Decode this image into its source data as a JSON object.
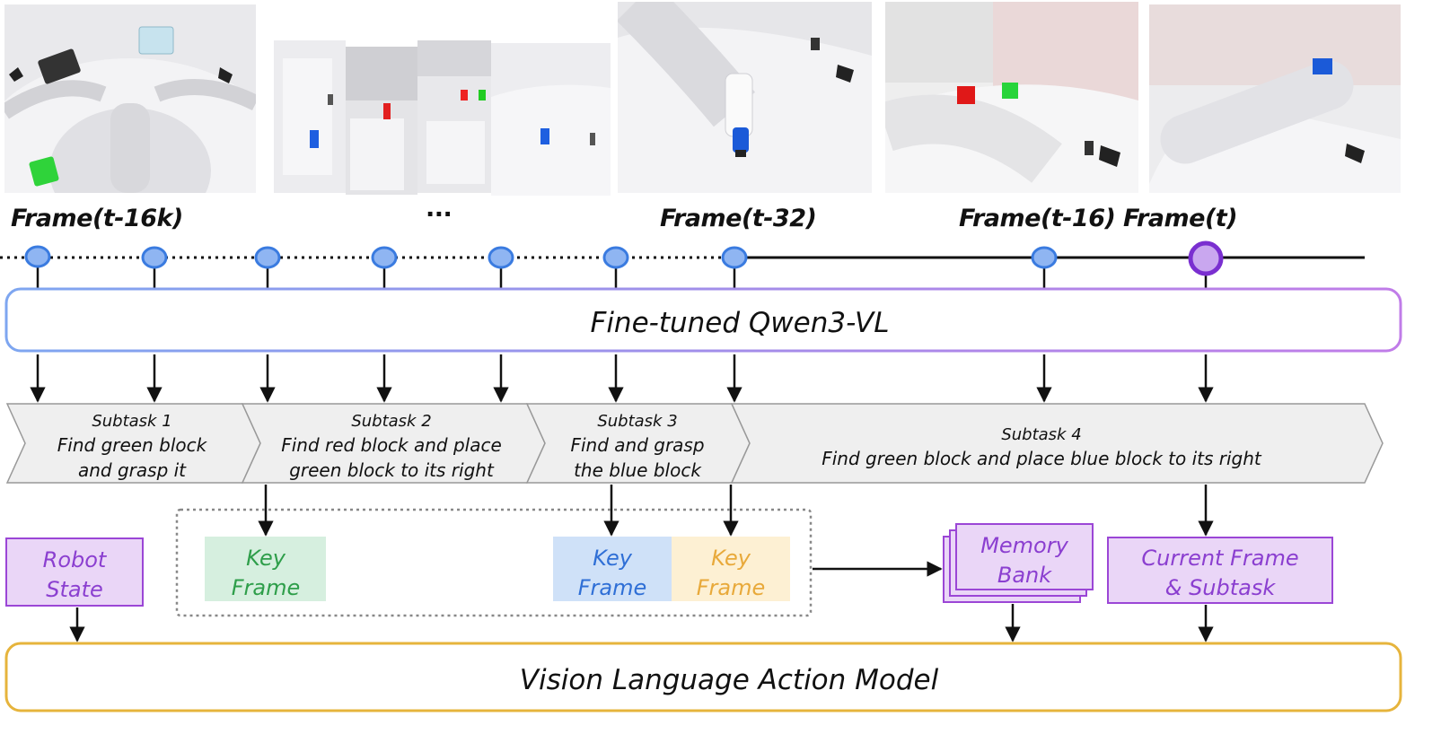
{
  "timeline": {
    "labels": {
      "t16k": "Frame(t-16k)",
      "ellipsis": "···",
      "t32": "Frame(t-32)",
      "t16": "Frame(t-16)",
      "t": "Frame(t)"
    }
  },
  "model_bar": {
    "label": "Fine-tuned Qwen3-VL"
  },
  "subtasks": [
    {
      "title": "Subtask 1",
      "line1": "Find green block",
      "line2": "and grasp it"
    },
    {
      "title": "Subtask 2",
      "line1": "Find red block and place",
      "line2": "green block to its right"
    },
    {
      "title": "Subtask 3",
      "line1": "Find and grasp",
      "line2": "the blue block"
    },
    {
      "title": "Subtask 4",
      "line1": "Find green block and place blue block to its right",
      "line2": ""
    }
  ],
  "key_frames": [
    {
      "line1": "Key",
      "line2": "Frame",
      "color": "#2e9e4a",
      "fill": "#d6efdf"
    },
    {
      "line1": "Key",
      "line2": "Frame",
      "color": "#2f6fd6",
      "fill": "#cfe1f8"
    },
    {
      "line1": "Key",
      "line2": "Frame",
      "color": "#e8a93a",
      "fill": "#fdf0d3"
    }
  ],
  "robot_state": {
    "line1": "Robot",
    "line2": "State"
  },
  "memory_bank": {
    "line1": "Memory",
    "line2": "Bank"
  },
  "current_frame": {
    "line1": "Current Frame",
    "line2": "& Subtask"
  },
  "vla": {
    "label": "Vision Language Action Model"
  },
  "colors": {
    "node_fill": "#8fb5f2",
    "node_stroke": "#3a7be0",
    "current_node_fill": "#c9a7ef",
    "current_node_stroke": "#7a2fd0",
    "purple_box_fill": "#ead6f7",
    "purple_box_stroke": "#9b46d6",
    "purple_text": "#8b3fd0",
    "vla_stroke": "#e6b43c",
    "bar_blue": "#7ea6f0",
    "bar_purple": "#c07ce8"
  }
}
